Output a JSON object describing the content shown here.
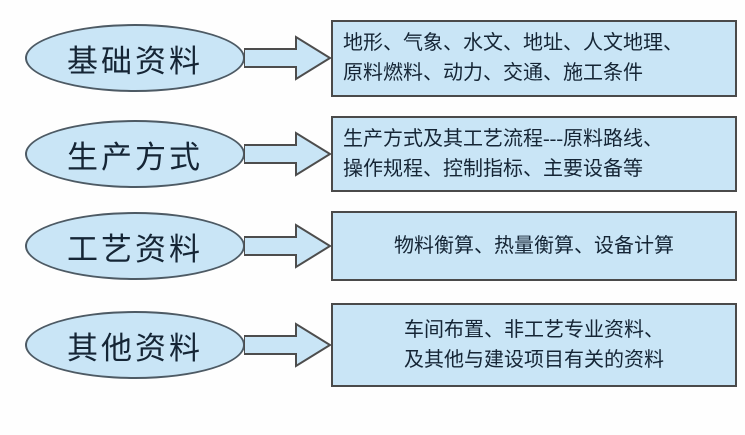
{
  "diagram": {
    "colors": {
      "shape_fill": "#c9e5f6",
      "shape_border": "#4a4a4a",
      "text": "#152535"
    },
    "rows": [
      {
        "label": "基础资料",
        "lines": [
          "地形、气象、水文、地址、人文地理、",
          "原料燃料、动力、交通、施工条件"
        ],
        "align": "left"
      },
      {
        "label": "生产方式",
        "lines": [
          "生产方式及其工艺流程---原料路线、",
          "操作规程、控制指标、主要设备等"
        ],
        "align": "left"
      },
      {
        "label": "工艺资料",
        "lines": [
          "物料衡算、热量衡算、设备计算"
        ],
        "align": "center"
      },
      {
        "label": "其他资料",
        "lines": [
          "车间布置、非工艺专业资料、",
          "及其他与建设项目有关的资料"
        ],
        "align": "center"
      }
    ]
  }
}
